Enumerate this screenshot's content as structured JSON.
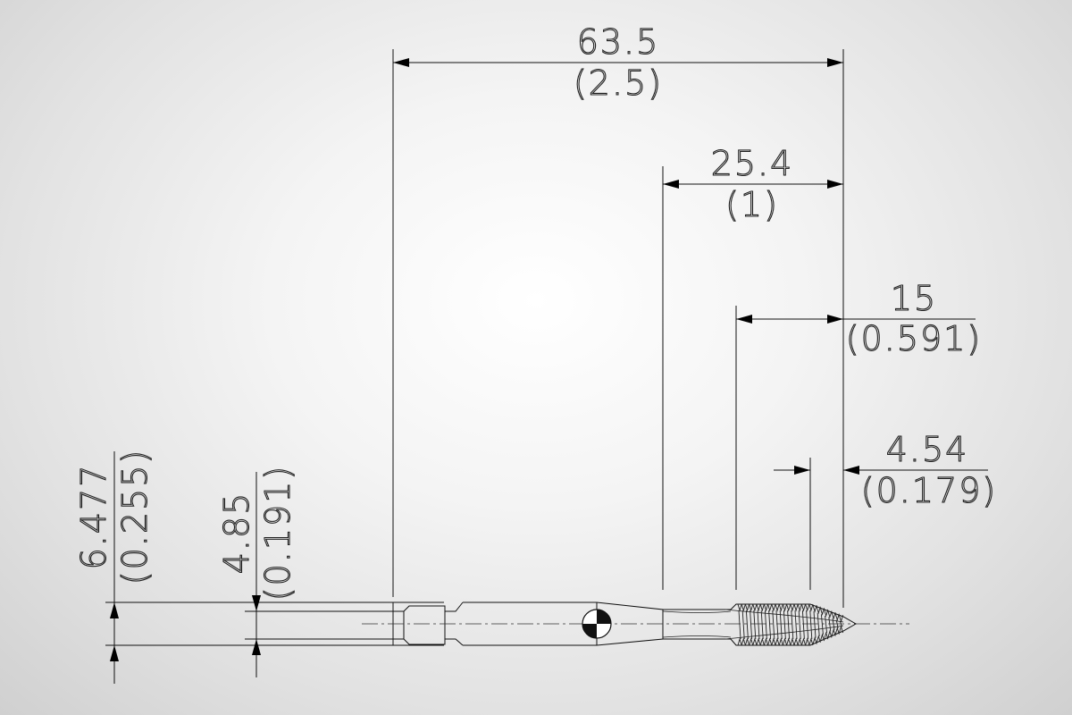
{
  "dimensions": {
    "overall_length": {
      "mm": "63.5",
      "inch": "(2.5)"
    },
    "thread_length": {
      "mm": "25.4",
      "inch": "(1)"
    },
    "flute_length": {
      "mm": "15",
      "inch": "(0.591)"
    },
    "chamfer_length": {
      "mm": "4.54",
      "inch": "(0.179)"
    },
    "shank_diameter": {
      "mm": "6.477",
      "inch": "(0.255)"
    },
    "square_size": {
      "mm": "4.85",
      "inch": "(0.191)"
    }
  },
  "colors": {
    "line": "#111111",
    "background": "#f4f4f4"
  }
}
